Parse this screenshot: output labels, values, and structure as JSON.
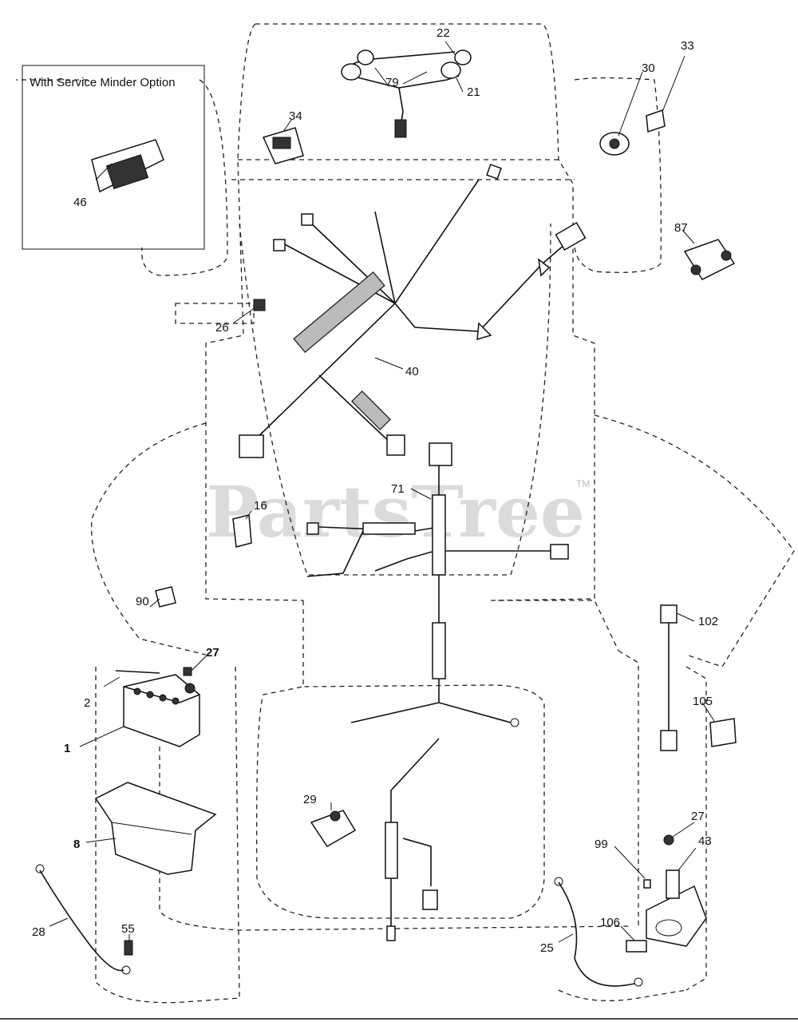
{
  "option_box": {
    "title": "With Service Minder Option"
  },
  "watermark": {
    "text": "PartsTree",
    "trademark": "TM"
  },
  "callouts": {
    "c22": "22",
    "c79": "79",
    "c21": "21",
    "c34": "34",
    "c30": "30",
    "c33": "33",
    "c87": "87",
    "c46": "46",
    "c26": "26",
    "c40": "40",
    "c71": "71",
    "c16": "16",
    "c90": "90",
    "c27a": "27",
    "c2": "2",
    "c1": "1",
    "c8": "8",
    "c28": "28",
    "c55": "55",
    "c29": "29",
    "c102": "102",
    "c105": "105",
    "c27b": "27",
    "c43": "43",
    "c99": "99",
    "c106": "106",
    "c25": "25"
  }
}
